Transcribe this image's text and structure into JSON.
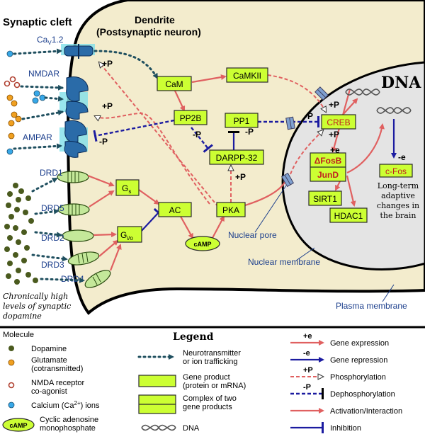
{
  "labels": {
    "synaptic_cleft": "Synaptic cleft",
    "dendrite": "Dendrite",
    "postsynaptic": "(Postsynaptic neuron)",
    "dna_title": "DNA",
    "nuclear_pore": "Nuclear pore",
    "nuclear_membrane": "Nuclear membrane",
    "plasma_membrane": "Plasma membrane",
    "chronic1": "Chronically high",
    "chronic2": "levels of synaptic",
    "chronic3": "dopamine",
    "longterm1": "Long-term",
    "longterm2": "adaptive",
    "longterm3": "changes in",
    "longterm4": "the brain"
  },
  "receptors": {
    "cav_main": "Ca",
    "cav_sub": "V",
    "cav_tail": "1.2",
    "nmdar": "NMDAR",
    "ampar": "AMPAR",
    "drd1": "DRD1",
    "drd5": "DRD5",
    "drd2": "DRD2",
    "drd3": "DRD3",
    "drd4": "DRD4"
  },
  "nodes": {
    "cam": "CaM",
    "camkii": "CaMKII",
    "pp2b": "PP2B",
    "pp1": "PP1",
    "darpp": "DARPP-32",
    "gs_main": "G",
    "gs_sub": "s",
    "gio_main": "G",
    "gio_sub": "i/o",
    "ac": "AC",
    "pka": "PKA",
    "camp": "cAMP",
    "creb": "CREB",
    "fosb": "ΔFosB",
    "jund": "JunD",
    "sirt1": "SIRT1",
    "hdac1": "HDAC1",
    "cfos": "c-Fos"
  },
  "marks": {
    "plus_p": "+P",
    "minus_p": "-P",
    "plus_e": "+e",
    "minus_e": "-e"
  },
  "legend": {
    "title": "Legend",
    "molecule": "Molecule",
    "dopamine": "Dopamine",
    "glutamate1": "Glutamate",
    "glutamate2": "(cotransmitted)",
    "nmda1": "NMDA receptor",
    "nmda2": "co-agonist",
    "calcium": "Calcium (Ca",
    "calcium_sup": "2+",
    "calcium_end": ") ions",
    "camp1": "Cyclic adenosine",
    "camp2": "monophosphate",
    "traffic1": "Neurotransmitter",
    "traffic2": "or ion trafficking",
    "gene1": "Gene product",
    "gene2": "(protein or mRNA)",
    "complex1": "Complex of two",
    "complex2": "gene products",
    "dna": "DNA",
    "expr": "Gene expression",
    "repr": "Gene repression",
    "phos": "Phosphorylation",
    "dephos": "Dephosphorylation",
    "activ": "Activation/Interaction",
    "inhib": "Inhibition"
  },
  "colors": {
    "cytoplasm": "#f3eccd",
    "nucleus": "#e4e4e4",
    "gene_product": "#ccff33",
    "receptor": "#2a6ba8",
    "drd": "#c4e89a",
    "activation": "#e06060",
    "inhibition": "#1b1ba0",
    "dopamine": "#4a5a1e",
    "glutamate": "#f0a020",
    "calcium": "#38a8e8"
  }
}
